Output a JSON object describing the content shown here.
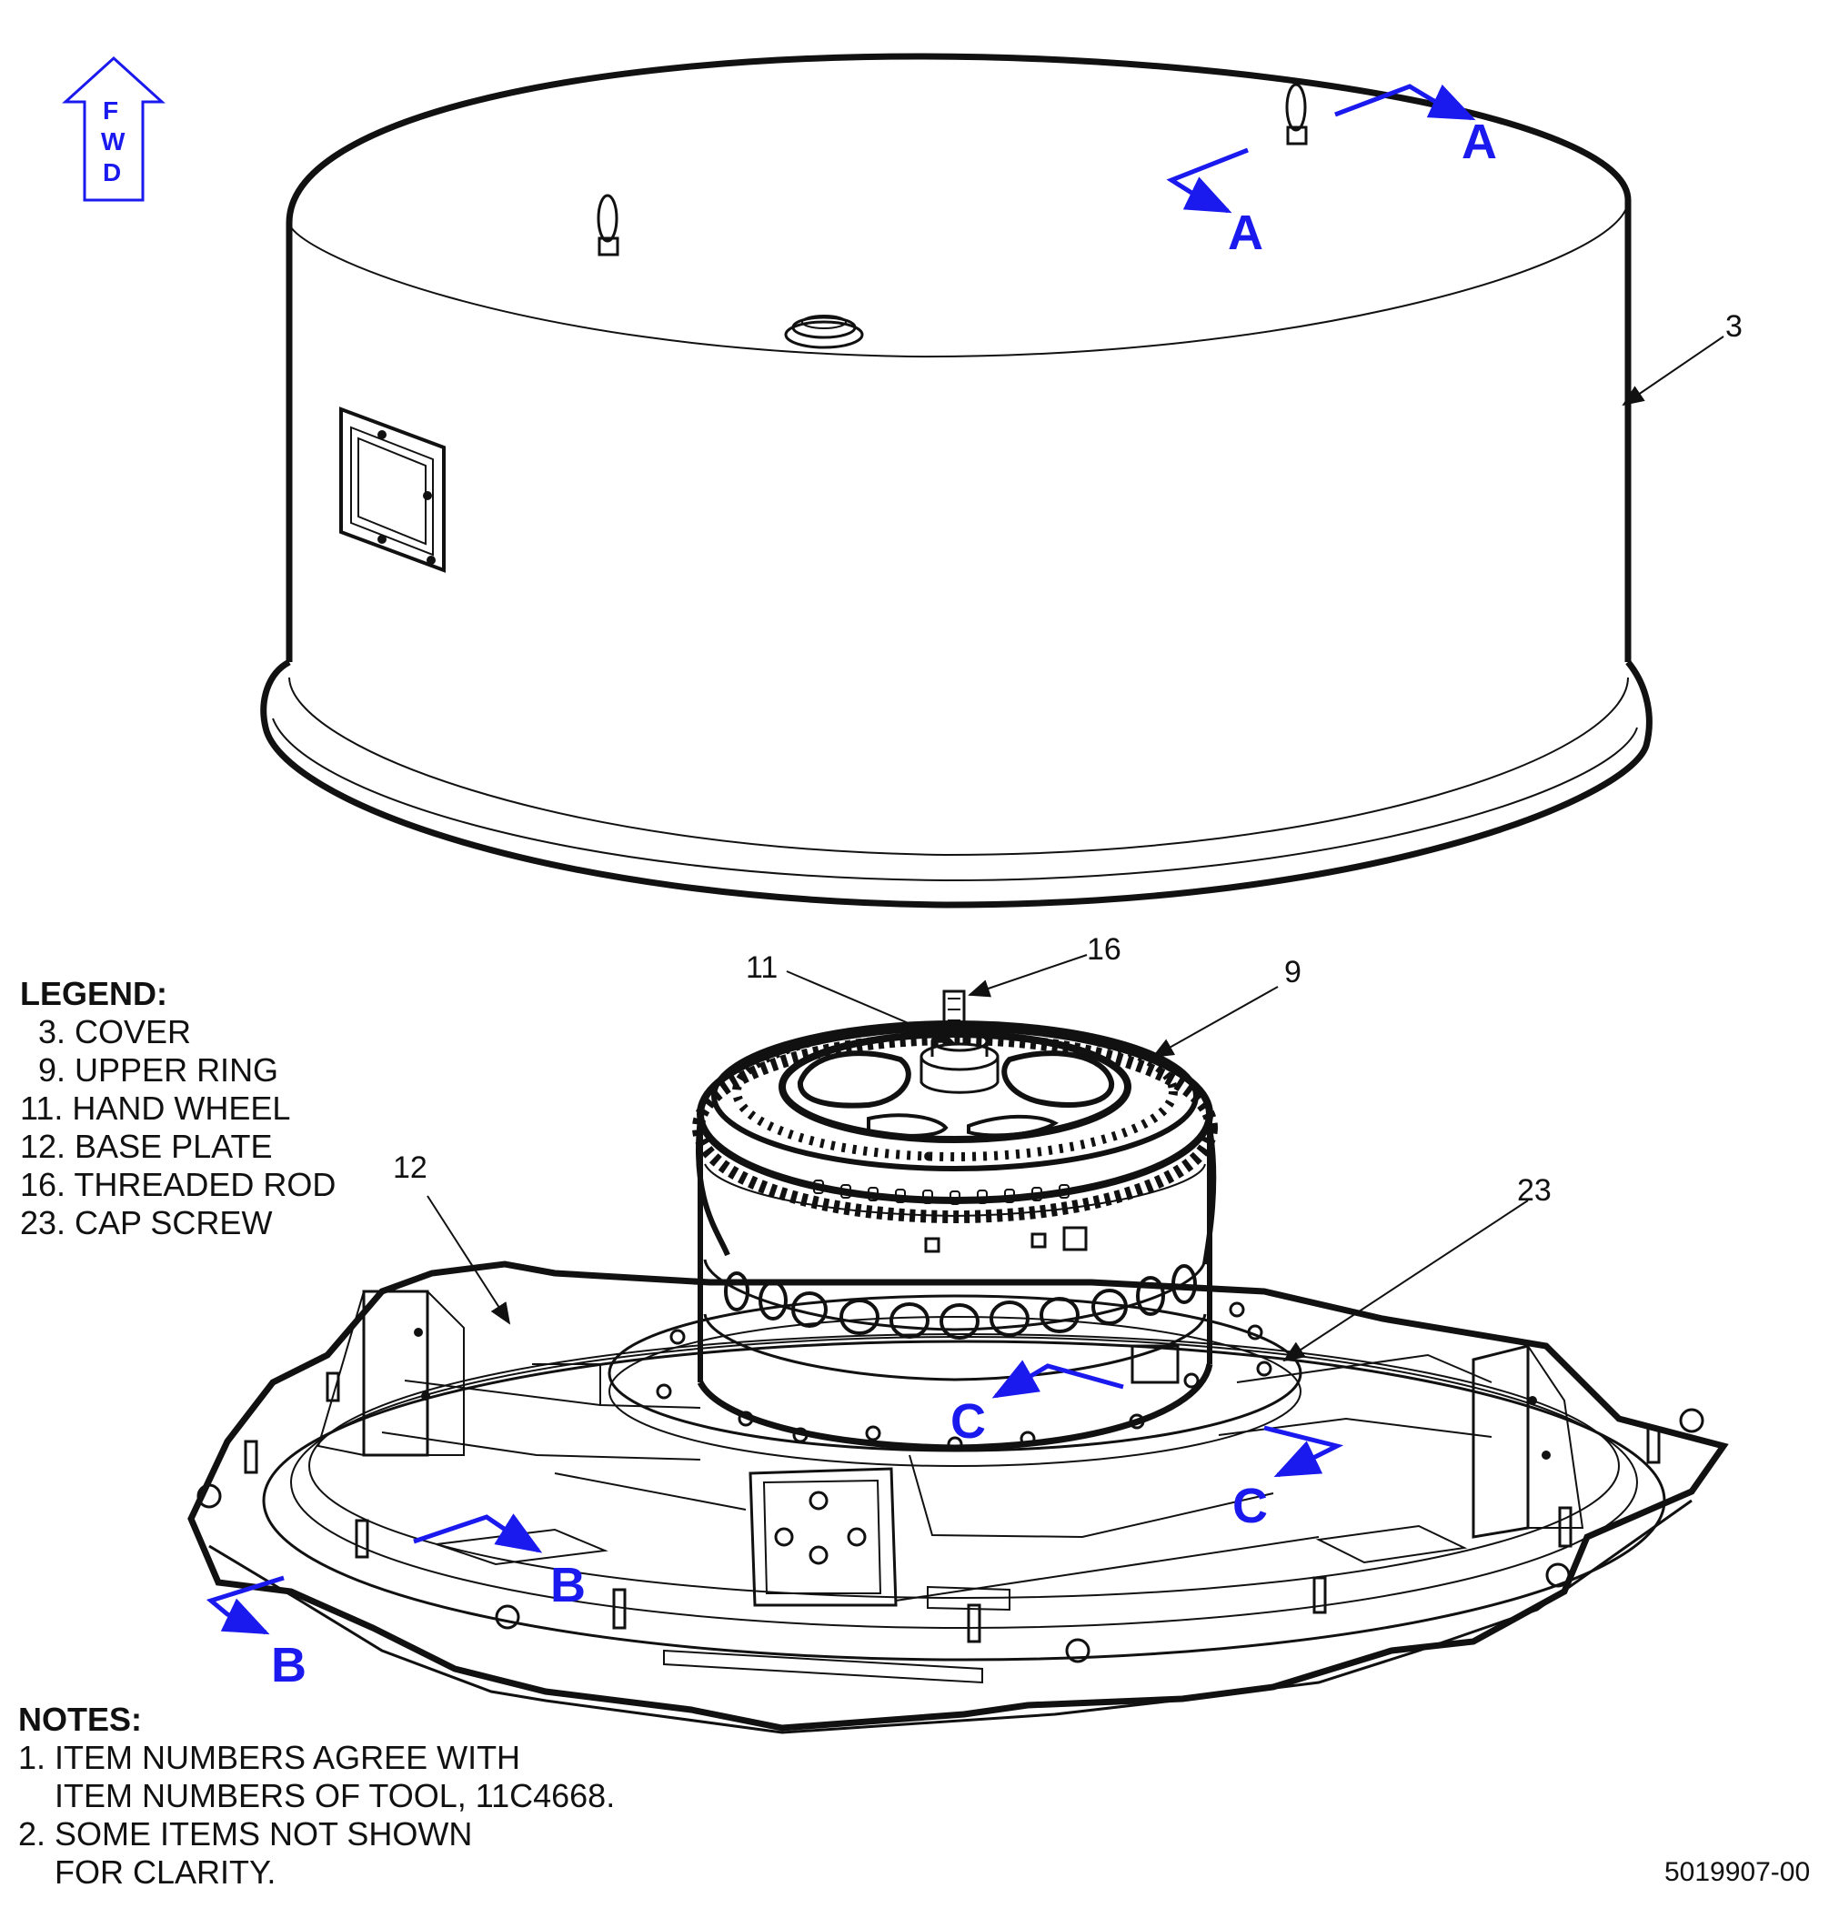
{
  "orientation": {
    "letters": [
      "F",
      "W",
      "D"
    ],
    "color": "#1a1aee"
  },
  "section_markers": {
    "color": "#1a1aee",
    "a_right": "A",
    "a_left": "A",
    "b_upper": "B",
    "b_lower": "B",
    "c_upper": "C",
    "c_lower": "C"
  },
  "callouts": {
    "item_3": "3",
    "item_9": "9",
    "item_11": "11",
    "item_12": "12",
    "item_16": "16",
    "item_23": "23"
  },
  "legend": {
    "title": "LEGEND:",
    "items": [
      "  3. COVER",
      "  9. UPPER RING",
      "11. HAND WHEEL",
      "12. BASE PLATE",
      "16. THREADED ROD",
      "23. CAP SCREW"
    ]
  },
  "notes": {
    "title": "NOTES:",
    "lines": [
      "1. ITEM NUMBERS AGREE WITH",
      "    ITEM NUMBERS OF TOOL, 11C4668.",
      "2. SOME ITEMS NOT SHOWN",
      "    FOR CLARITY."
    ]
  },
  "drawing_number": "5019907-00"
}
